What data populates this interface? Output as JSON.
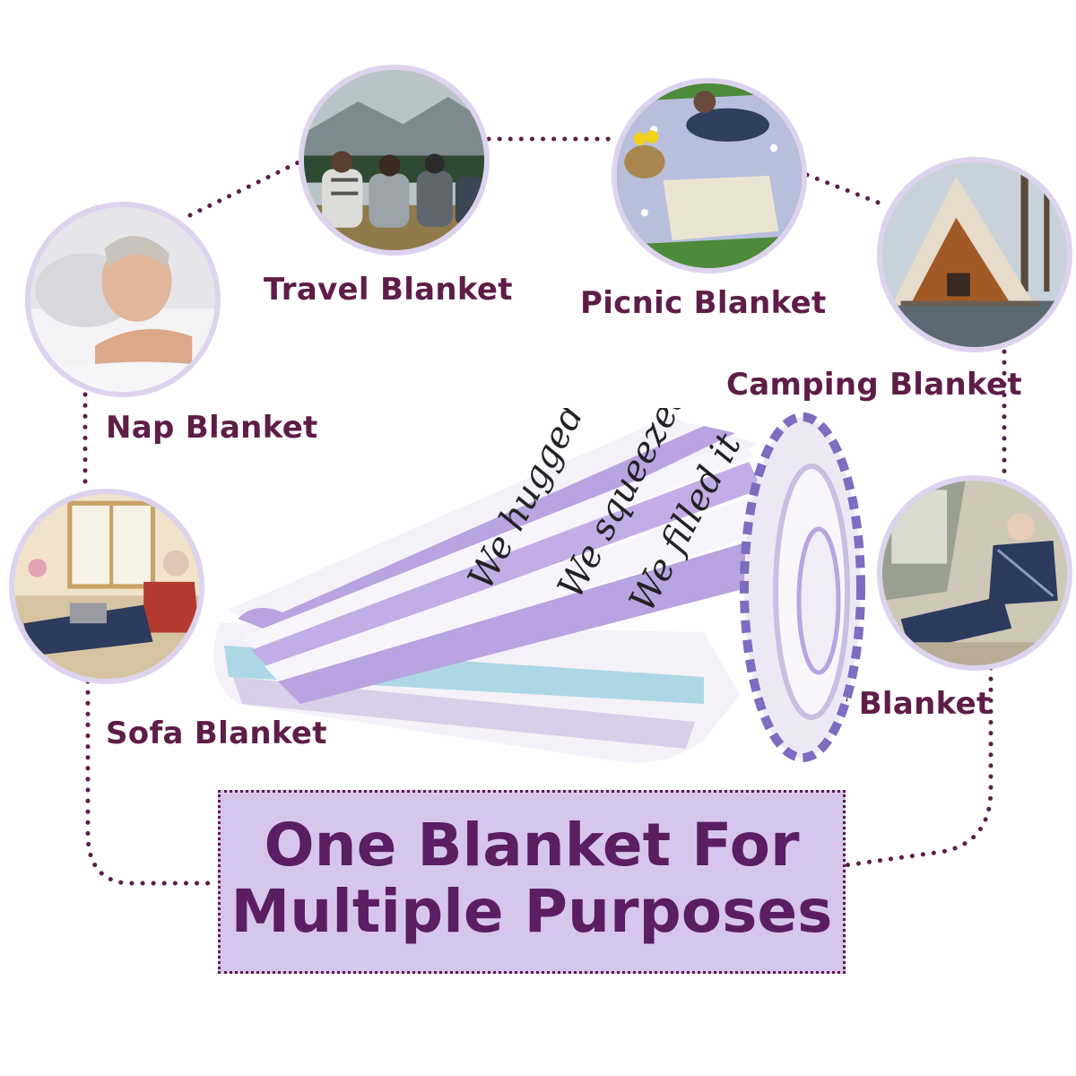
{
  "colors": {
    "label_text": "#5e1d47",
    "banner_fill": "#d7c6ec",
    "banner_text": "#5b1e63",
    "dotted_path": "#5e1d47",
    "circle_border": "#ddd3ef",
    "blanket_lavender": "#b9a3e0",
    "blanket_white": "#f4f1f8"
  },
  "uses": [
    {
      "label": "Nap Blanket",
      "icon": "sleeping-woman-photo"
    },
    {
      "label": "Travel Blanket",
      "icon": "group-outdoors-photo"
    },
    {
      "label": "Picnic Blanket",
      "icon": "picnic-photo"
    },
    {
      "label": "Camping Blanket",
      "icon": "tent-photo"
    },
    {
      "label": "Sofa Blanket",
      "icon": "sofa-photo"
    },
    {
      "label": "Car Blanket",
      "icon": "car-passenger-photo"
    }
  ],
  "banner": {
    "line1": "One Blanket For",
    "line2": "Multiple Purposes"
  },
  "blanket_print": [
    "We hugged",
    "We squeezed",
    "We filled it"
  ]
}
